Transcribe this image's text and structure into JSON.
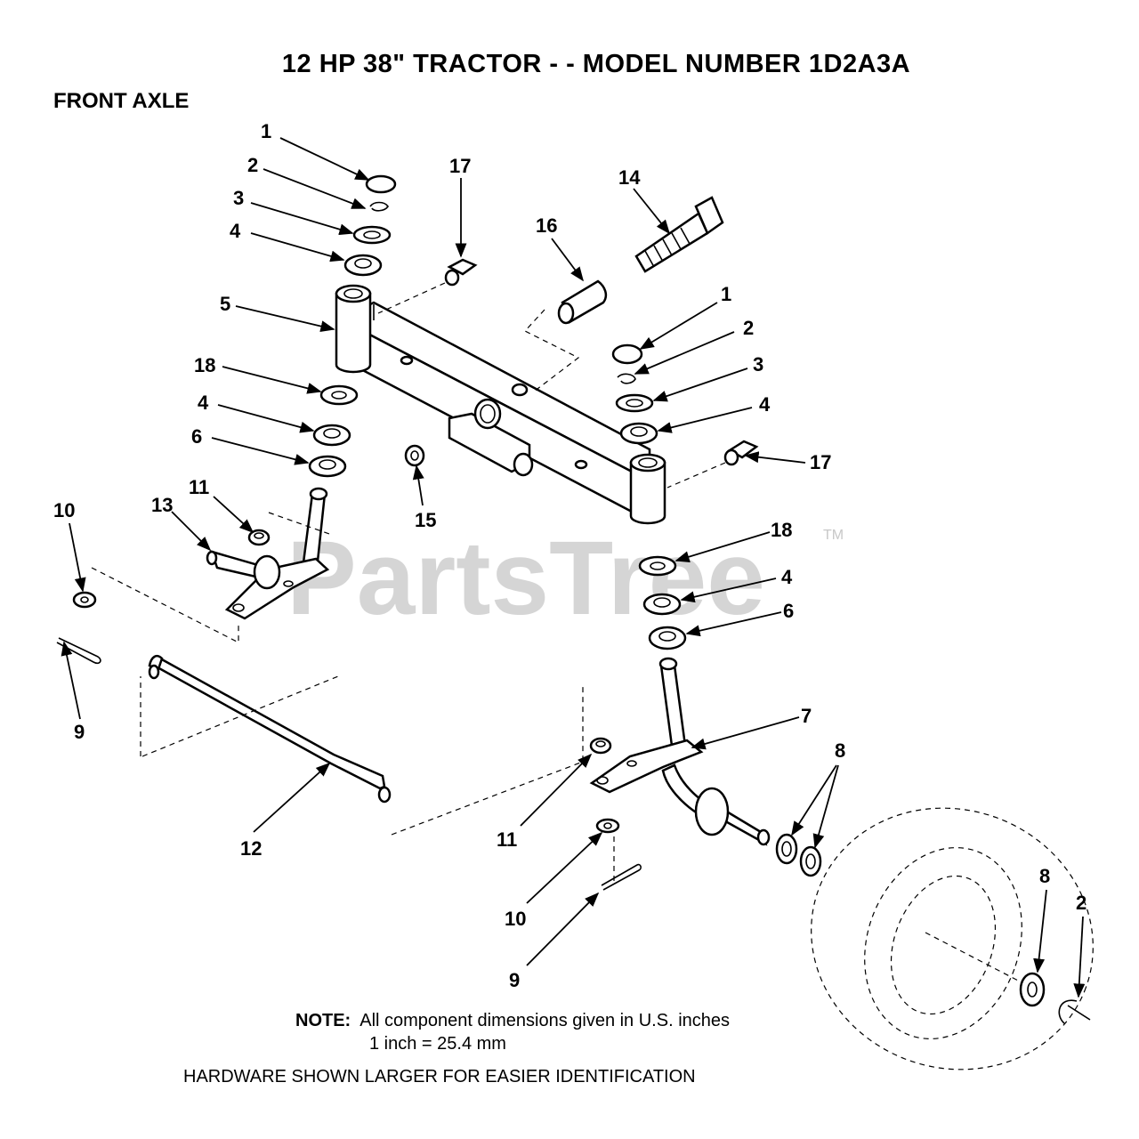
{
  "title": "12 HP 38\" TRACTOR - - MODEL NUMBER 1D2A3A",
  "section": "FRONT AXLE",
  "watermark": "PartsTree",
  "watermark_tm": "TM",
  "note": {
    "label": "NOTE:",
    "line1": "All component dimensions given in U.S. inches",
    "line2": "1 inch = 25.4 mm"
  },
  "footer": "HARDWARE SHOWN LARGER FOR EASIER IDENTIFICATION",
  "callouts": {
    "c1a": "1",
    "c2a": "2",
    "c3a": "3",
    "c4a": "4",
    "c5": "5",
    "c18a": "18",
    "c4b": "4",
    "c6a": "6",
    "c11a": "11",
    "c13": "13",
    "c10a": "10",
    "c9a": "9",
    "c12": "12",
    "c17a": "17",
    "c16": "16",
    "c14": "14",
    "c15": "15",
    "c1b": "1",
    "c2b": "2",
    "c3b": "3",
    "c4c": "4",
    "c17b": "17",
    "c18b": "18",
    "c4d": "4",
    "c6b": "6",
    "c7": "7",
    "c8a": "8",
    "c11b": "11",
    "c10b": "10",
    "c9b": "9",
    "c8b": "8",
    "c2c": "2"
  }
}
